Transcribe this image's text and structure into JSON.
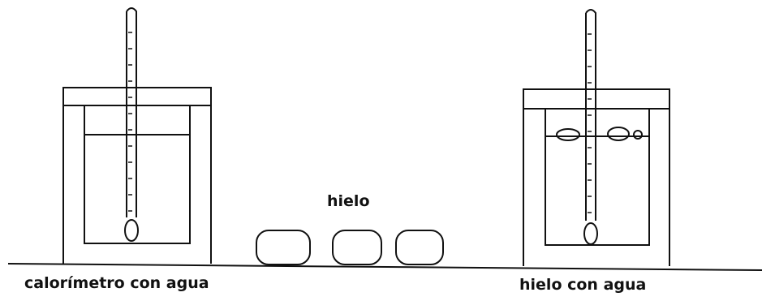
{
  "labels": {
    "calorimeter": "calorímetro con agua",
    "ice": "hielo",
    "ice_water": "hielo con agua"
  },
  "colors": {
    "line": "#111111",
    "background": "#ffffff"
  }
}
